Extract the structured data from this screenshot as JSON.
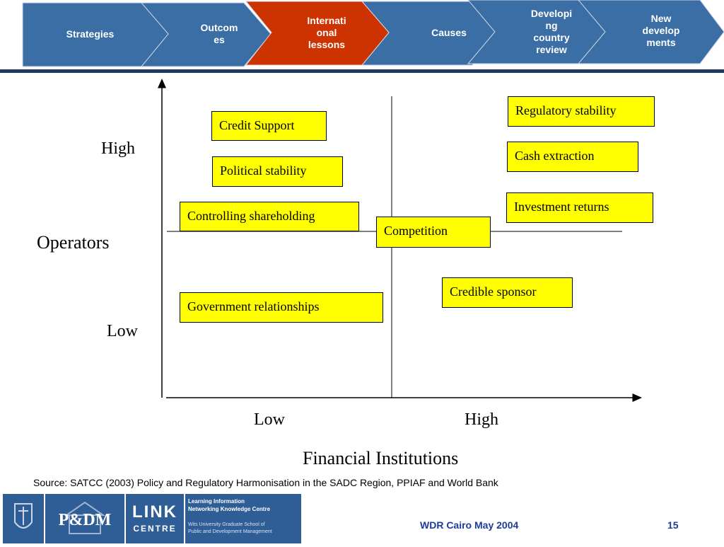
{
  "nav": {
    "steps": [
      {
        "label": "Strategies",
        "active": false
      },
      {
        "label": "Outcom\nes",
        "active": false
      },
      {
        "label": "Internati\nonal\nlessons",
        "active": true
      },
      {
        "label": "Causes",
        "active": false
      },
      {
        "label": "Developi\nng\ncountry\nreview",
        "active": false
      },
      {
        "label": "New\ndevelop\nments",
        "active": false
      }
    ],
    "colors": {
      "inactive": "#3a6ea5",
      "active": "#cc3300"
    }
  },
  "diagram": {
    "y_axis_title": "Operators",
    "x_axis_title": "Financial Institutions",
    "y_high": "High",
    "y_low": "Low",
    "x_low": "Low",
    "x_high": "High",
    "factors": [
      "Credit Support",
      "Political stability",
      "Controlling shareholding",
      "Government relationships",
      "Regulatory stability",
      "Cash extraction",
      "Investment returns",
      "Competition",
      "Credible sponsor"
    ],
    "box_color": "#ffff00"
  },
  "source": "Source: SATCC (2003) Policy and Regulatory Harmonisation in the SADC Region, PPIAF and World Bank",
  "footer": {
    "title": "WDR Cairo May 2004",
    "page": "15",
    "logo_texts": {
      "pdm": "P&DM",
      "link_line1": "LINK",
      "link_line2": "CENTRE",
      "link_desc1": "Learning Information",
      "link_desc2": "Networking Knowledge Centre",
      "link_desc3": "Wits University Graduate School of",
      "link_desc4": "Public and Development Management"
    }
  }
}
